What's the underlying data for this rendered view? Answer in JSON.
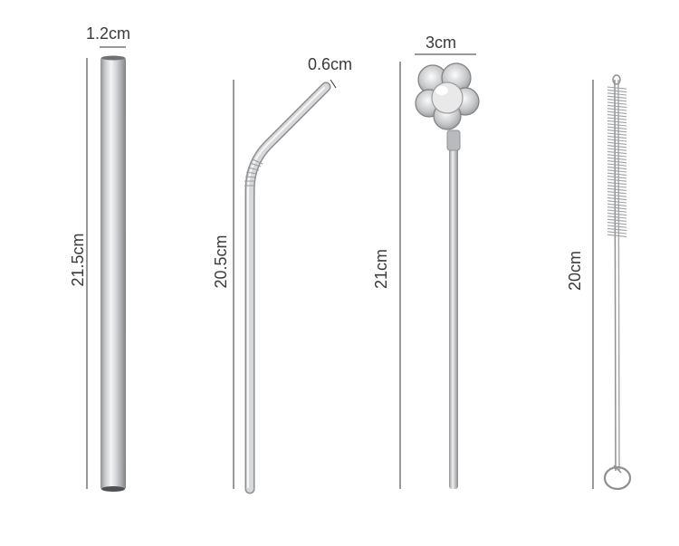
{
  "image": {
    "items": [
      {
        "name": "straight-wide-straw",
        "length_label": "21.5cm",
        "width_label": "1.2cm"
      },
      {
        "name": "bent-straw",
        "length_label": "20.5cm",
        "width_label": "0.6cm"
      },
      {
        "name": "flower-spoon-straw",
        "length_label": "21cm",
        "width_label": "3cm"
      },
      {
        "name": "cleaning-brush",
        "length_label": "20cm"
      }
    ],
    "colors": {
      "metal": "#c8c9cb",
      "metal_dark": "#8e9093",
      "metal_light": "#f2f2f3",
      "line": "#333333"
    }
  }
}
